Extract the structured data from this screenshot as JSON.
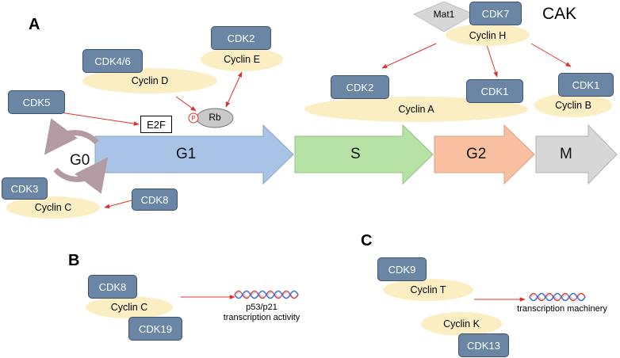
{
  "panels": {
    "a": "A",
    "b": "B",
    "c": "C"
  },
  "phases": {
    "g0": "G0",
    "g1": "G1",
    "s": "S",
    "g2": "G2",
    "m": "M"
  },
  "colors": {
    "g1": "#a9c3e6",
    "s": "#b7e2a5",
    "g2": "#f8bfa0",
    "m": "#d7d7d7",
    "cdk_box": "#6b86a4",
    "cyclin": "#fbeec2",
    "arrow": "#e0302c",
    "g0_loop": "#b49ba3"
  },
  "panel_a": {
    "cak_label": "CAK",
    "mat1": "Mat1",
    "cdk7": "CDK7",
    "cyclin_h": "Cyclin H",
    "cdk2_e": "CDK2",
    "cyclin_e": "Cyclin E",
    "cdk46": "CDK4/6",
    "cyclin_d": "Cyclin D",
    "cdk5": "CDK5",
    "e2f": "E2F",
    "rb": "Rb",
    "phospho": "P",
    "cdk2_a": "CDK2",
    "cdk1_a": "CDK1",
    "cyclin_a": "Cyclin A",
    "cdk1_b": "CDK1",
    "cyclin_b": "Cyclin B",
    "cdk3": "CDK3",
    "cyclin_c": "Cyclin C",
    "cdk8": "CDK8"
  },
  "panel_b": {
    "cdk8": "CDK8",
    "cyclin_c": "Cyclin C",
    "cdk19": "CDK19",
    "target_line1": "p53/p21",
    "target_line2": "transcription activity"
  },
  "panel_c": {
    "cdk9": "CDK9",
    "cyclin_t": "Cyclin T",
    "cyclin_k": "Cyclin K",
    "cdk13": "CDK13",
    "target": "transcription machinery"
  }
}
